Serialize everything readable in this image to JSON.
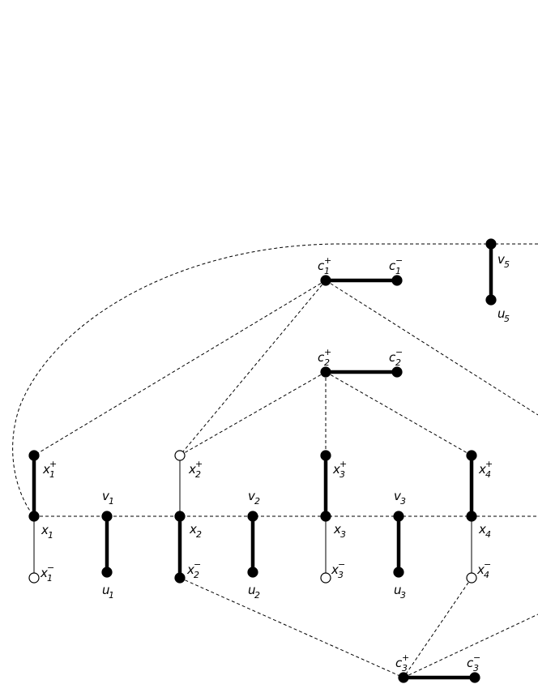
{
  "nodes": [
    {
      "id": "c1p",
      "base": "c",
      "sub": "1",
      "sup": "+",
      "filled": true
    },
    {
      "id": "c1m",
      "base": "c",
      "sub": "1",
      "sup": "−",
      "filled": true
    },
    {
      "id": "v5",
      "base": "v",
      "sub": "5",
      "sup": "",
      "filled": true
    },
    {
      "id": "u5",
      "base": "u",
      "sub": "5",
      "sup": "",
      "filled": true
    },
    {
      "id": "c2p",
      "base": "c",
      "sub": "2",
      "sup": "+",
      "filled": true
    },
    {
      "id": "c2m",
      "base": "c",
      "sub": "2",
      "sup": "−",
      "filled": true
    },
    {
      "id": "x1p",
      "base": "x",
      "sub": "1",
      "sup": "+",
      "filled": true
    },
    {
      "id": "x2p",
      "base": "x",
      "sub": "2",
      "sup": "+",
      "filled": false
    },
    {
      "id": "x3p",
      "base": "x",
      "sub": "3",
      "sup": "+",
      "filled": true
    },
    {
      "id": "x4p",
      "base": "x",
      "sub": "4",
      "sup": "+",
      "filled": true
    },
    {
      "id": "x1",
      "base": "x",
      "sub": "1",
      "sup": "",
      "filled": true
    },
    {
      "id": "v1",
      "base": "v",
      "sub": "1",
      "sup": "",
      "filled": true
    },
    {
      "id": "x2",
      "base": "x",
      "sub": "2",
      "sup": "",
      "filled": true
    },
    {
      "id": "v2",
      "base": "v",
      "sub": "2",
      "sup": "",
      "filled": true
    },
    {
      "id": "x3",
      "base": "x",
      "sub": "3",
      "sup": "",
      "filled": true
    },
    {
      "id": "v3",
      "base": "v",
      "sub": "3",
      "sup": "",
      "filled": true
    },
    {
      "id": "x4",
      "base": "x",
      "sub": "4",
      "sup": "",
      "filled": true
    },
    {
      "id": "x1m",
      "base": "x",
      "sub": "1",
      "sup": "−",
      "filled": false
    },
    {
      "id": "u1",
      "base": "u",
      "sub": "1",
      "sup": "",
      "filled": true
    },
    {
      "id": "x2m",
      "base": "x",
      "sub": "2",
      "sup": "−",
      "filled": true
    },
    {
      "id": "u2",
      "base": "u",
      "sub": "2",
      "sup": "",
      "filled": true
    },
    {
      "id": "x3m",
      "base": "x",
      "sub": "3",
      "sup": "−",
      "filled": false
    },
    {
      "id": "u3",
      "base": "u",
      "sub": "3",
      "sup": "",
      "filled": true
    },
    {
      "id": "x4m",
      "base": "x",
      "sub": "4",
      "sup": "−",
      "filled": false
    },
    {
      "id": "c3p",
      "base": "c",
      "sub": "3",
      "sup": "+",
      "filled": true
    },
    {
      "id": "c3m",
      "base": "c",
      "sub": "3",
      "sup": "−",
      "filled": true
    }
  ],
  "edges": [
    {
      "from": "c1p",
      "to": "c1m",
      "style": "thick"
    },
    {
      "from": "v5",
      "to": "u5",
      "style": "thick"
    },
    {
      "from": "c2p",
      "to": "c2m",
      "style": "thick"
    },
    {
      "from": "x1p",
      "to": "x1",
      "style": "thick"
    },
    {
      "from": "x1",
      "to": "x1m",
      "style": "thin"
    },
    {
      "from": "v1",
      "to": "u1",
      "style": "thick"
    },
    {
      "from": "x2p",
      "to": "x2",
      "style": "thin"
    },
    {
      "from": "x2",
      "to": "x2m",
      "style": "thick"
    },
    {
      "from": "v2",
      "to": "u2",
      "style": "thick"
    },
    {
      "from": "x3p",
      "to": "x3",
      "style": "thick"
    },
    {
      "from": "x3",
      "to": "x3m",
      "style": "thin"
    },
    {
      "from": "v3",
      "to": "u3",
      "style": "thick"
    },
    {
      "from": "x4p",
      "to": "x4",
      "style": "thick"
    },
    {
      "from": "x4",
      "to": "x4m",
      "style": "thin"
    },
    {
      "from": "c3p",
      "to": "c3m",
      "style": "thick"
    },
    {
      "from": "c1p",
      "to": "x1p",
      "style": "dashed"
    },
    {
      "from": "c1p",
      "to": "x2p",
      "style": "dashed"
    },
    {
      "from": "c2p",
      "to": "x2p",
      "style": "dashed"
    },
    {
      "from": "c2p",
      "to": "x3p",
      "style": "dashed"
    },
    {
      "from": "c2p",
      "to": "x4p",
      "style": "dashed"
    },
    {
      "from": "x2m",
      "to": "c3p",
      "style": "dashed"
    },
    {
      "from": "x4m",
      "to": "c3p",
      "style": "dashed"
    }
  ]
}
